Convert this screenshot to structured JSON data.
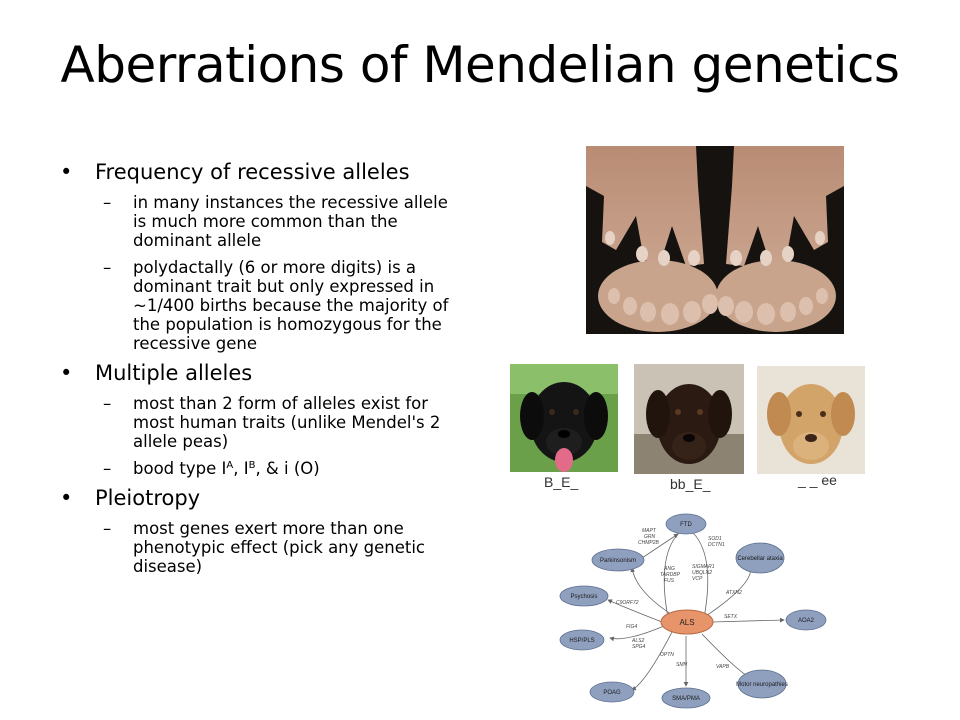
{
  "slide": {
    "title": "Aberrations of Mendelian genetics",
    "bullets": [
      {
        "text": "Frequency of recessive alleles",
        "subs": [
          "in many instances the recessive allele is much more common than the dominant allele",
          "polydactally (6 or more digits) is a dominant trait but only expressed in ~1/400 births because the majority of the population is homozygous for the recessive gene"
        ]
      },
      {
        "text": "Multiple alleles",
        "subs": [
          "most than 2 form of alleles exist for most human traits (unlike Mendel's 2 allele peas)"
        ],
        "blood": {
          "prefix": "bood type I",
          "a_sup": "A",
          "sep1": ", I",
          "b_sup": "B",
          "suffix": ", & i (O)"
        }
      },
      {
        "text": "Pleiotropy",
        "subs": [
          "most genes exert more than one phenotypic effect (pick any genetic disease)"
        ]
      }
    ]
  },
  "dogs": [
    {
      "label": "B_E_",
      "color": "black"
    },
    {
      "label": "bb_E_",
      "color": "chocolate"
    },
    {
      "label": "_ _ ee",
      "color": "yellow"
    }
  ],
  "network": {
    "center": "ALS",
    "nodes": [
      "FTD",
      "Parkinsonism",
      "Cerebellar ataxia",
      "Psychosis",
      "AOA2",
      "HSP/PLS",
      "POAG",
      "SMA/PMA",
      "Motor neuropathies"
    ],
    "gene_labels": {
      "mapt": "MAPT",
      "grn": "GRN",
      "chmp2b": "CHMP2B",
      "sod1": "SOD1",
      "dctn1": "DCTN1",
      "sigmar1": "SIGMAR1",
      "ubqln2": "UBQLN2",
      "vcp": "VCP",
      "ang": "ANG",
      "tardbp": "TARDBP",
      "fus": "FUS",
      "c9orf72": "C9ORF72",
      "atxn2": "ATXN2",
      "setx": "SETX",
      "fig4": "FIG4",
      "als2": "ALS2",
      "spg4": "SPG4",
      "optn": "OPTN",
      "smn": "SMN",
      "vapb": "VAPB"
    }
  },
  "colors": {
    "node_fill": "#8fa0bf",
    "node_stroke": "#5d6f91",
    "center_fill": "#e8946b",
    "edge": "#666666"
  }
}
